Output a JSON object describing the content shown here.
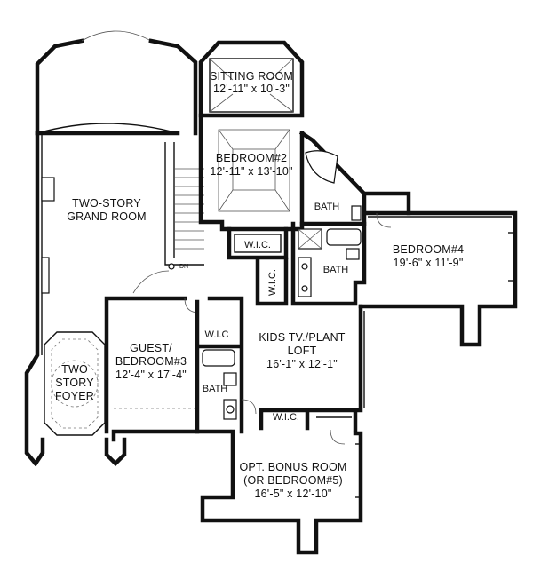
{
  "plan": {
    "stair_label": "DN",
    "rooms": {
      "sitting_room": {
        "name": "SITTING ROOM",
        "size": "12'-11\" x 10'-3\""
      },
      "bedroom2": {
        "name": "BEDROOM#2",
        "size": "12'-11\" x 13'-10\""
      },
      "grand_room": {
        "line1": "TWO-STORY",
        "line2": "GRAND ROOM"
      },
      "bedroom4": {
        "name": "BEDROOM#4",
        "size": "19'-6\" x 11'-9\""
      },
      "bath_upper": {
        "name": "BATH"
      },
      "bath_mid": {
        "name": "BATH"
      },
      "bath_guest": {
        "name": "BATH"
      },
      "wic_top": {
        "name": "W.I.C."
      },
      "wic_side": {
        "name": "W.I.C."
      },
      "wic_guest": {
        "name": "W.I.C"
      },
      "wic_loft": {
        "name": "W.I.C."
      },
      "guest_bedroom": {
        "line1": "GUEST/",
        "line2": "BEDROOM#3",
        "size": "12'-4\" x 17'-4\""
      },
      "kids_loft": {
        "line1": "KIDS TV./PLANT",
        "line2": "LOFT",
        "size": "16'-1\" x 12'-1\""
      },
      "foyer": {
        "line1": "TWO",
        "line2": "STORY",
        "line3": "FOYER"
      },
      "bonus_room": {
        "line1": "OPT. BONUS ROOM",
        "line2": "(OR BEDROOM#5)",
        "size": "16'-5\" x 12'-10\""
      }
    }
  }
}
